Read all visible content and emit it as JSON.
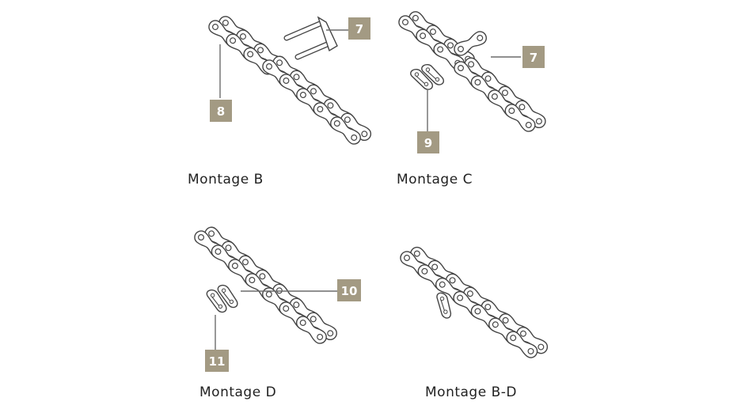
{
  "colors": {
    "callout_fill": "#a39a83",
    "callout_text": "#ffffff",
    "outline": "#444444",
    "leader_line": "#6b6b6b",
    "caption_text": "#222222"
  },
  "panels": [
    {
      "caption": "Montage B"
    },
    {
      "caption": "Montage C"
    },
    {
      "caption": "Montage D"
    },
    {
      "caption": "Montage B-D"
    }
  ],
  "callouts": [
    "7",
    "8",
    "7",
    "9",
    "10",
    "11"
  ]
}
